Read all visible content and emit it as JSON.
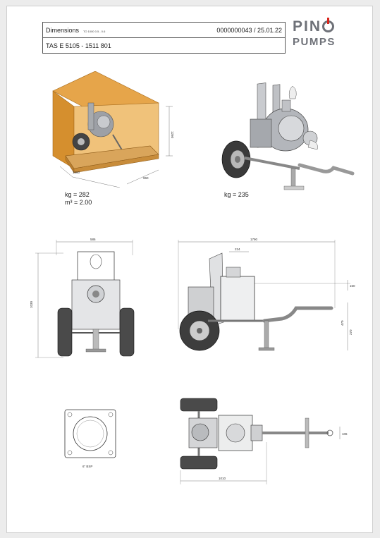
{
  "title_block": {
    "doc_type": "Dimensions",
    "doc_type_note": "TO 1000 0.5 - 0.6",
    "doc_number": "0000000043 / 25.01.22",
    "model": "TAS E 5105 - 1511 801"
  },
  "logo": {
    "line1_letters": "PIN",
    "line2": "PUMPS",
    "accent_color": "#d9251c",
    "text_color": "#6e7178"
  },
  "packaging_view": {
    "weight": "kg = 282",
    "volume": "m³ = 2.00",
    "dim_height": "1260",
    "dim_length": "1660",
    "dim_width": "960"
  },
  "iso_view": {
    "weight": "kg = 235"
  },
  "front_view": {
    "dim_top": "586",
    "dim_height": "1030"
  },
  "side_view": {
    "dim_length": "1790",
    "dim_offset": "224",
    "dim_right_top": "150",
    "dim_right_mid": "470",
    "dim_right_bottom": "270"
  },
  "flange_view": {
    "caption": "6\" BSP"
  },
  "top_view": {
    "dim_bottom": "1010",
    "dim_right": "106"
  }
}
